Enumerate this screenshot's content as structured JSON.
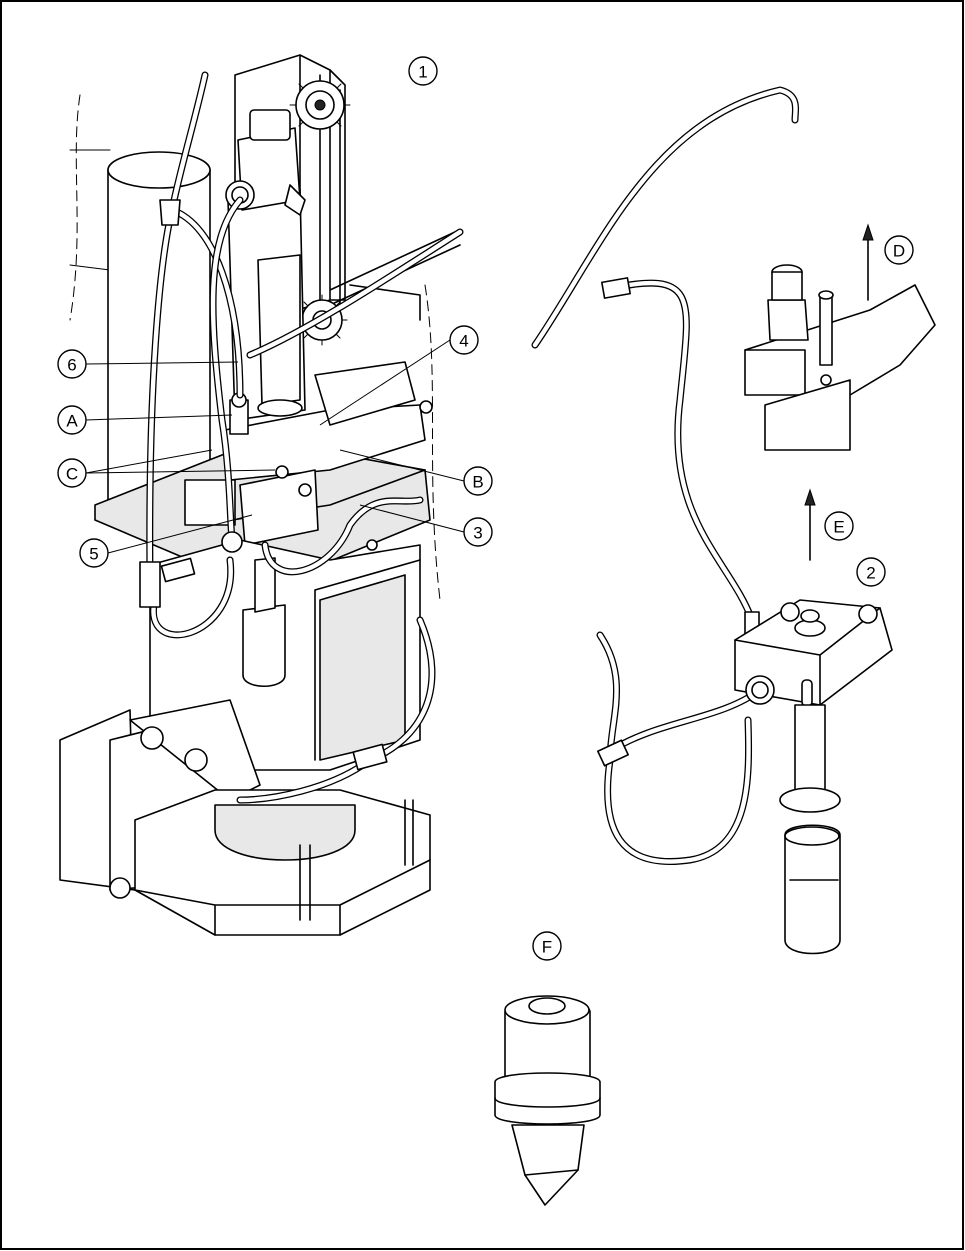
{
  "callouts": {
    "c1": "1",
    "c2": "2",
    "c3": "3",
    "c4": "4",
    "c5": "5",
    "c6": "6",
    "cA": "A",
    "cB": "B",
    "cC": "C",
    "cD": "D",
    "cE": "E",
    "cF": "F"
  }
}
